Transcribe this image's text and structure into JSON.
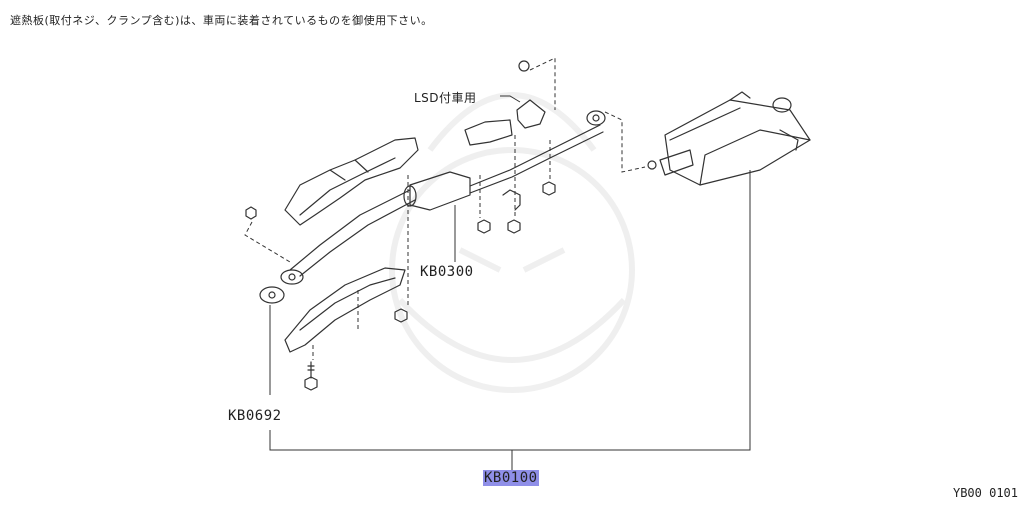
{
  "note": "遮熱板(取付ネジ、クランプ含む)は、車両に装着されているものを御使用下さい。",
  "labels": {
    "lsd": "LSD付車用",
    "center_pipe": "KB0300",
    "front_pipe": "KB0692",
    "assembly": "KB0100"
  },
  "figure_ref": "YB00 0101",
  "colors": {
    "highlight": "#8f8fe8",
    "line": "#333333"
  }
}
